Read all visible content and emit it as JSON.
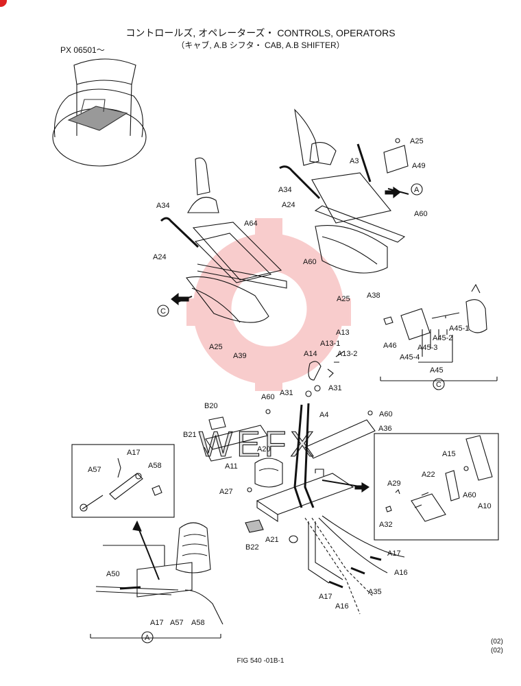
{
  "header": {
    "title": "コントロールズ, オペレーターズ・ CONTROLS, OPERATORS",
    "subtitle": "（キャブ, A.B シフタ・ CAB, A.B SHIFTER）",
    "serial": "PX 06501～"
  },
  "footer": {
    "figure_id": "FIG 540 -01B-1",
    "code_1": "(02)",
    "code_2": "(02)"
  },
  "views": {
    "view_a": "A",
    "view_c": "C"
  },
  "watermark": {
    "text": "WEFX",
    "color": "#e84a4a"
  },
  "parts": {
    "a25_top": "A25",
    "a49": "A49",
    "a3": "A3",
    "a34_right": "A34",
    "a24_right": "A24",
    "a60_right": "A60",
    "a25_mid": "A25",
    "a38": "A38",
    "a34_left": "A34",
    "a64": "A64",
    "a24_left": "A24",
    "a60_left": "A60",
    "a25_left": "A25",
    "a39": "A39",
    "a13": "A13",
    "a13_1": "A13-1",
    "a13_2": "A13-2",
    "a14": "A14",
    "a46": "A46",
    "a45_1": "A45-1",
    "a45_2": "A45-2",
    "a45_3": "A45-3",
    "a45_4": "A45-4",
    "a45": "A45",
    "a31_left": "A31",
    "a31_right": "A31",
    "a60_mid": "A60",
    "a4": "A4",
    "b20": "B20",
    "b21": "B21",
    "a60_lever": "A60",
    "a36": "A36",
    "a11": "A11",
    "a20": "A20",
    "a27": "A27",
    "b22": "B22",
    "a21": "A21",
    "a17_detail": "A17",
    "a57_detail": "A57",
    "a58_detail": "A58",
    "a15": "A15",
    "a29": "A29",
    "a22": "A22",
    "a60_pedal": "A60",
    "a10": "A10",
    "a32": "A32",
    "a17_cable": "A17",
    "a16_cable": "A16",
    "a35": "A35",
    "a17_lower": "A17",
    "a16_lower": "A16",
    "a50": "A50",
    "a17_bottom": "A17",
    "a57_bottom": "A57",
    "a58_bottom": "A58"
  }
}
